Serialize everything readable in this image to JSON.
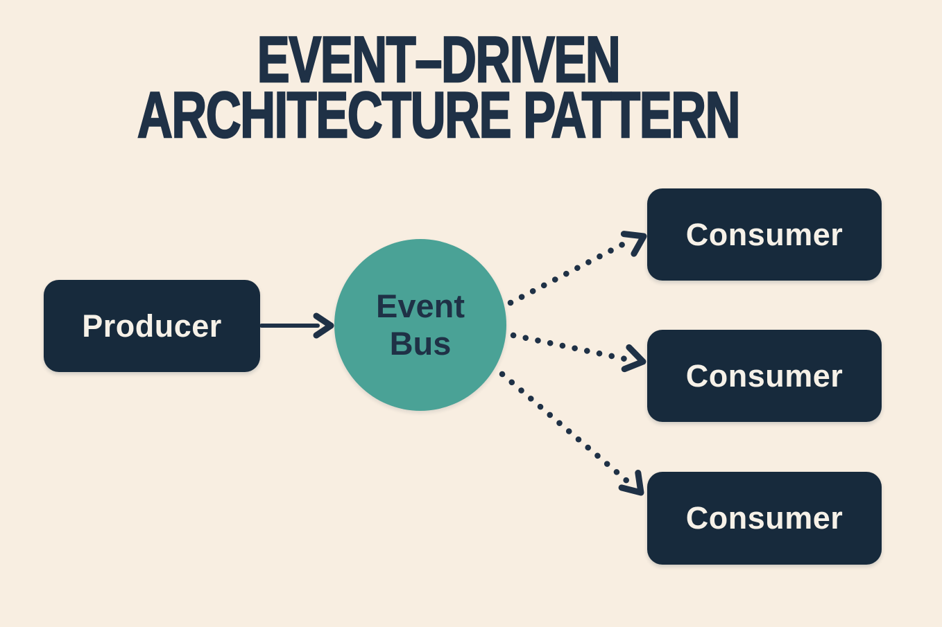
{
  "title": {
    "line1": "EVENT–DRIVEN",
    "line2": "ARCHITECTURE PATTERN"
  },
  "nodes": {
    "producer": {
      "label": "Producer"
    },
    "event_bus": {
      "lines": [
        "Event",
        "Bus"
      ]
    },
    "consumers": [
      {
        "label": "Consumer"
      },
      {
        "label": "Consumer"
      },
      {
        "label": "Consumer"
      }
    ]
  },
  "colors": {
    "bg": "#f8eee1",
    "node_navy": "#172a3c",
    "ink": "#1f3146",
    "teal": "#4aa296",
    "label_light": "#f6f1e8"
  }
}
